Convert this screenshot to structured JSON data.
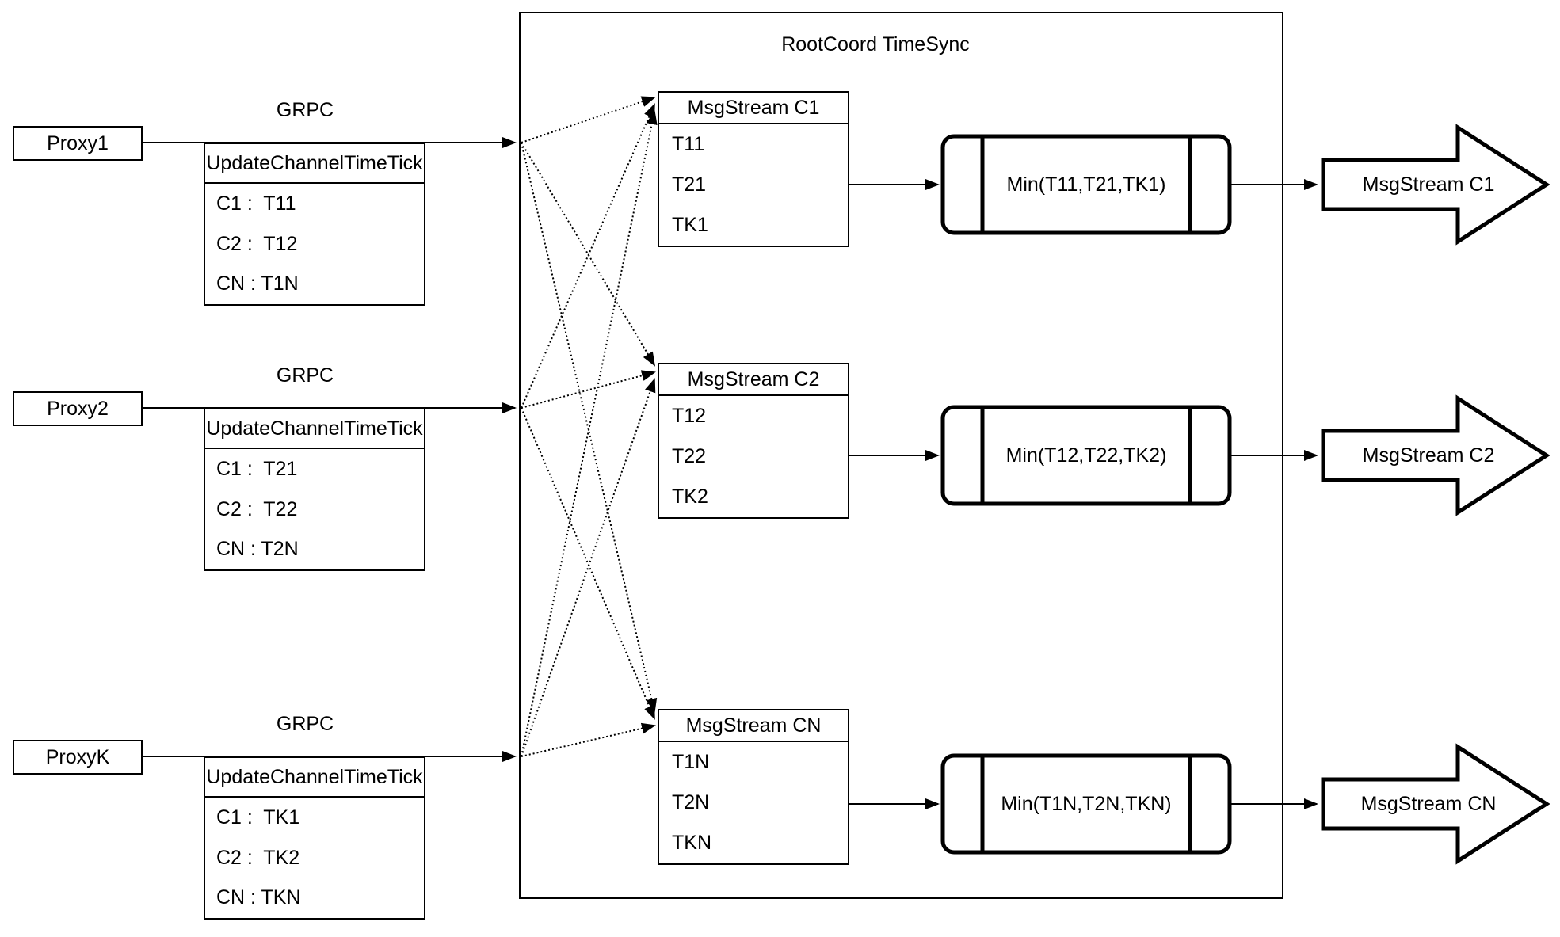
{
  "title": "RootCoord TimeSync",
  "rows": [
    {
      "proxy": "Proxy1",
      "grpc": "GRPC",
      "update_header": "UpdateChannelTimeTick",
      "update_rows": [
        "C1 :  T11",
        "C2 :  T12",
        "CN : T1N"
      ],
      "ms_header": "MsgStream C1",
      "ms_rows": [
        "T11",
        "T21",
        "TK1"
      ],
      "min": "Min(T11,T21,TK1)",
      "out": "MsgStream C1"
    },
    {
      "proxy": "Proxy2",
      "grpc": "GRPC",
      "update_header": "UpdateChannelTimeTick",
      "update_rows": [
        "C1 :  T21",
        "C2 :  T22",
        "CN : T2N"
      ],
      "ms_header": "MsgStream C2",
      "ms_rows": [
        "T12",
        "T22",
        "TK2"
      ],
      "min": "Min(T12,T22,TK2)",
      "out": "MsgStream C2"
    },
    {
      "proxy": "ProxyK",
      "grpc": "GRPC",
      "update_header": "UpdateChannelTimeTick",
      "update_rows": [
        "C1 :  TK1",
        "C2 :  TK2",
        "CN : TKN"
      ],
      "ms_header": "MsgStream CN",
      "ms_rows": [
        "T1N",
        "T2N",
        "TKN"
      ],
      "min": "Min(T1N,T2N,TKN)",
      "out": "MsgStream CN"
    }
  ]
}
